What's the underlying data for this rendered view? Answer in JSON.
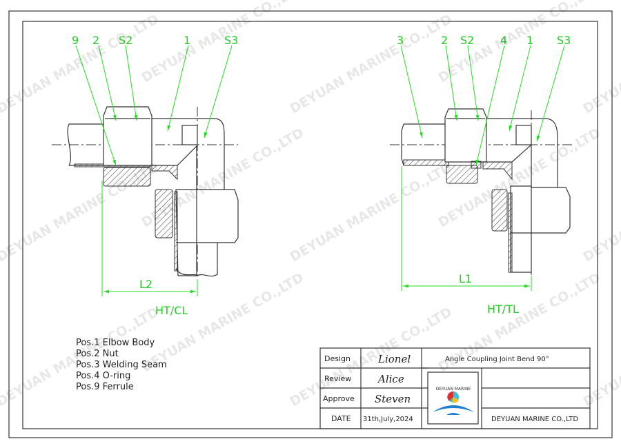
{
  "watermark": "DEYUAN MARINE CO.,LTD",
  "left_view": {
    "callouts": [
      "9",
      "2",
      "S2",
      "1",
      "S3"
    ],
    "dimension": "L2",
    "type_label": "HT/CL"
  },
  "right_view": {
    "callouts": [
      "3",
      "2",
      "S2",
      "4",
      "1",
      "S3"
    ],
    "dimension": "L1",
    "type_label": "HT/TL"
  },
  "legend": [
    "Pos.1 Elbow Body",
    "Pos.2 Nut",
    "Pos.3 Welding Seam",
    "Pos.4 O-ring",
    "Pos.9 Ferrule"
  ],
  "title_block": {
    "rows": [
      {
        "label": "Design",
        "signature": "Lionel"
      },
      {
        "label": "Review",
        "signature": "Alice"
      },
      {
        "label": "Approve",
        "signature": "Steven"
      },
      {
        "label": "DATE",
        "signature": "31th,July,2024"
      }
    ],
    "title": "Angle Coupling Joint Bend 90°",
    "company": "DEYUAN MARINE CO.,LTD",
    "logo_text": "DEYUAN MARINE"
  },
  "colors": {
    "dimension": "#22dd22",
    "line": "#333333"
  }
}
